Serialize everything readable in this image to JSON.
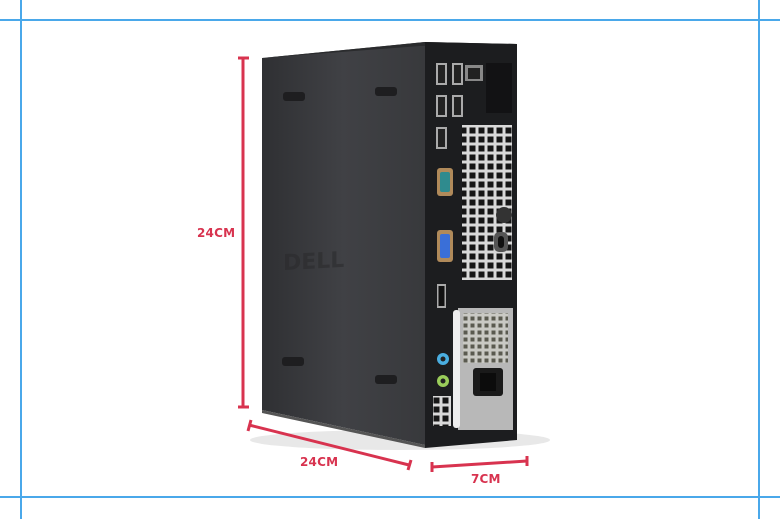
{
  "colors": {
    "frame": "#4aa8ea",
    "dimension": "#d8334f",
    "chassis_side": "#3a3b3e",
    "chassis_back": "#1c1d1f"
  },
  "product": {
    "brand_logo": "DELL",
    "type": "small form factor desktop computer"
  },
  "dimensions": {
    "height_label": "24CM",
    "depth_label": "24CM",
    "width_label": "7CM"
  }
}
